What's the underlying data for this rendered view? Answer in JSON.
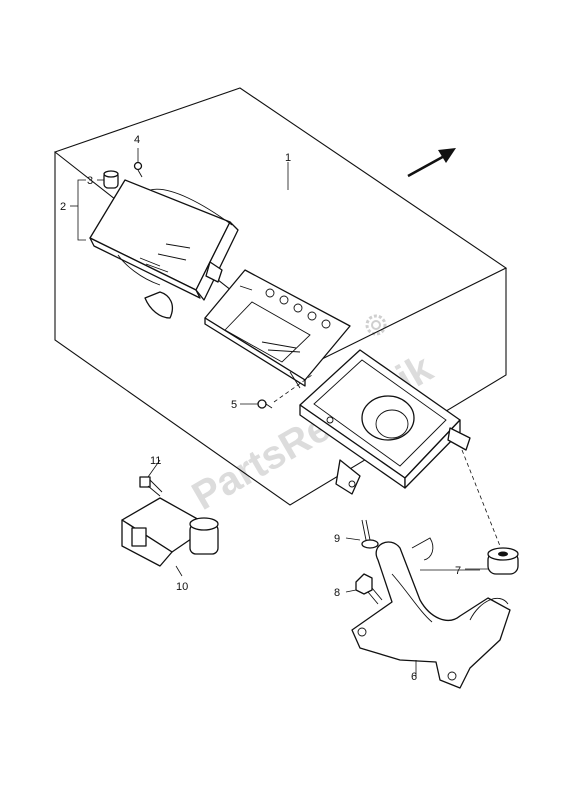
{
  "watermark": "PartsRepublik",
  "callouts": [
    {
      "id": "c1",
      "text": "1"
    },
    {
      "id": "c2",
      "text": "2"
    },
    {
      "id": "c3",
      "text": "3"
    },
    {
      "id": "c4",
      "text": "4"
    },
    {
      "id": "c5",
      "text": "5"
    },
    {
      "id": "c6",
      "text": "6"
    },
    {
      "id": "c7",
      "text": "7"
    },
    {
      "id": "c8",
      "text": "8"
    },
    {
      "id": "c9",
      "text": "9"
    },
    {
      "id": "c10",
      "text": "10"
    },
    {
      "id": "c11",
      "text": "11"
    }
  ],
  "icons": [
    "front-direction-arrow-icon",
    "gear-watermark-icon"
  ]
}
